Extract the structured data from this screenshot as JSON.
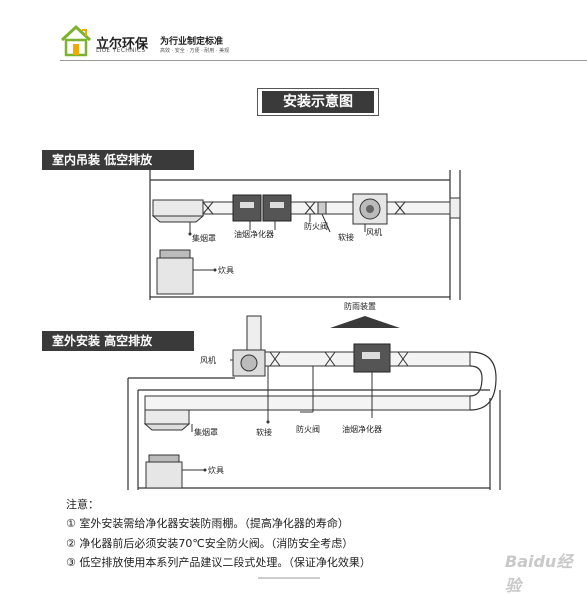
{
  "header": {
    "brand_cn": "立尔环保",
    "brand_en": "LIUE TECHNICS",
    "slogan": "为行业制定标准",
    "slogan_sub": "高效 · 安全 · 方便 · 耐用 · 美观"
  },
  "title": "安装示意图",
  "section1": {
    "label": "室内吊装 低空排放",
    "labels": {
      "hood": "集烟罩",
      "purifier": "油烟净化器",
      "fire_valve": "防火阀",
      "flex_joint": "软接",
      "fan": "风机",
      "stove": "炊具"
    }
  },
  "section2": {
    "label": "室外安装 高空排放",
    "labels": {
      "rain_cover": "防雨装置",
      "fan": "风机",
      "hood": "集烟罩",
      "flex_joint": "软接",
      "fire_valve": "防火阀",
      "purifier": "油烟净化器",
      "stove": "炊具"
    }
  },
  "notes": {
    "title": "注意：",
    "items": [
      "① 室外安装需给净化器安装防雨棚。（提高净化器的寿命）",
      "② 净化器前后必须安装70℃安全防火阀。（消防安全考虑）",
      "③ 低空排放使用本系列产品建议二段式处理。（保证净化效果）"
    ]
  },
  "watermark": "Baidu经验"
}
